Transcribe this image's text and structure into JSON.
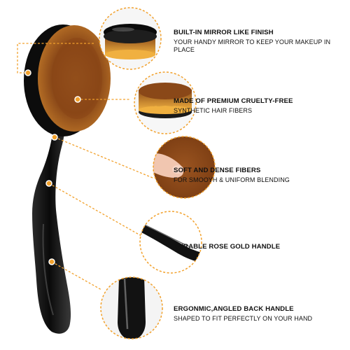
{
  "features": [
    {
      "title": "BUILT-IN MIRROR LIKE FINISH",
      "desc": "YOUR HANDY MIRROR TO KEEP YOUR MAKEUP IN PLACE"
    },
    {
      "title": "MADE OF PREMIUM CRUELTY-FREE",
      "desc": "SYNTHETIC HAIR FIBERS"
    },
    {
      "title": "SOFT AND DENSE FIBERS",
      "desc": "FOR SMOOYH & UNIFORM BLENDING"
    },
    {
      "title": "DURABLE ROSE GOLD HANDLE",
      "desc": ""
    },
    {
      "title": "ERGONMIC,ANGLED BACK HANDLE",
      "desc": "SHAPED TO FIT PERFECTLY ON YOUR HAND"
    }
  ],
  "colors": {
    "accent": "#f2a12c",
    "bristle_tip": "#8a4a18",
    "bristle_base": "#e8a030",
    "handle": "#141414"
  },
  "icons": {
    "marker": "orange-dot-icon",
    "connector": "dashed-leader-line"
  }
}
